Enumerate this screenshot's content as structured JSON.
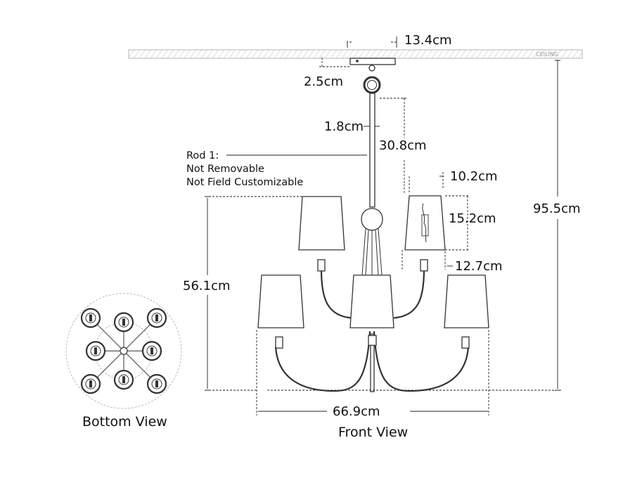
{
  "ceiling_label": "CEILING",
  "dimensions": {
    "canopy_width": "13.4cm",
    "canopy_depth": "2.5cm",
    "rod_diameter": "1.8cm",
    "rod_length": "30.8cm",
    "shade_top": "10.2cm",
    "shade_height": "15.2cm",
    "shade_bottom": "12.7cm",
    "overall_height": "95.5cm",
    "body_height": "56.1cm",
    "overall_width": "66.9cm"
  },
  "rod_note": {
    "line1": "Rod 1:",
    "line2": "Not Removable",
    "line3": "Not Field Customizable"
  },
  "captions": {
    "front": "Front View",
    "bottom": "Bottom View"
  }
}
